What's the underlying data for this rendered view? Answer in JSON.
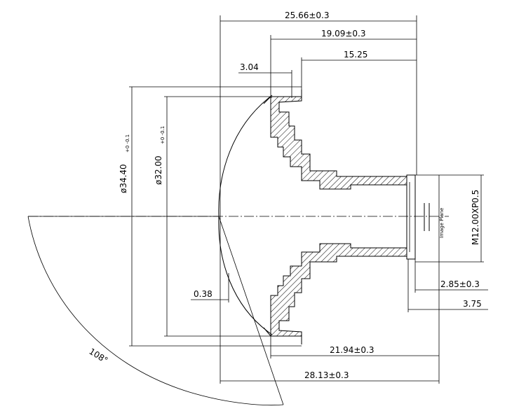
{
  "dimensions": {
    "length_overall": "25.66±0.3",
    "length_mid": "19.09±0.3",
    "length_rear": "15.25",
    "front_lip": "3.04",
    "diameter_outer": "ø34.40",
    "diameter_outer_tol": "+0\n-0.1",
    "diameter_inner": "ø32.00",
    "diameter_inner_tol": "+0\n-0.1",
    "sag": "0.38",
    "length_bottom_1": "21.94±0.3",
    "length_bottom_2": "28.13±0.3",
    "back_1": "2.85±0.3",
    "back_2": "3.75",
    "thread": "M12.00XP0.5",
    "fov": "108°",
    "image_plane": "Image Plane"
  }
}
